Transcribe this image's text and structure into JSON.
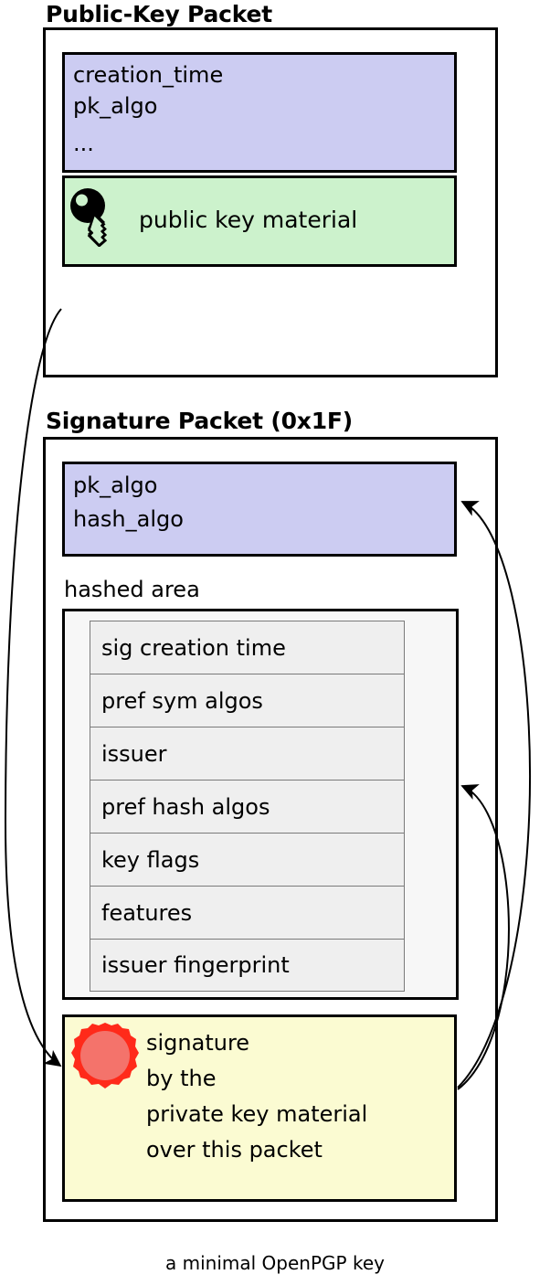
{
  "caption": "a minimal OpenPGP key",
  "colors": {
    "lavender": "#ccccf2",
    "green": "#ccf2cc",
    "yellow": "#fbfbd2",
    "hashed_area_bg": "#f7f7f7",
    "subpacket_bg": "#efefef",
    "seal_outer": "#ff2a1a",
    "seal_inner": "#f4736b",
    "outline": "#000000"
  },
  "public_key_packet": {
    "title": "Public-Key Packet",
    "header_fields": [
      "creation_time",
      "pk_algo",
      "..."
    ],
    "key_material": {
      "label": "public key material",
      "icon": "key-icon"
    }
  },
  "signature_packet": {
    "title": "Signature Packet (0x1F)",
    "header_fields": [
      "pk_algo",
      "hash_algo"
    ],
    "hashed_area": {
      "label": "hashed area",
      "subpackets": [
        "sig creation time",
        "pref sym algos",
        "issuer",
        "pref hash algos",
        "key flags",
        "features",
        "issuer fingerprint"
      ]
    },
    "signature_block": {
      "icon": "wax-seal-icon",
      "lines": [
        "signature",
        "by the",
        "private key material",
        "over this packet"
      ]
    }
  },
  "arrows": [
    {
      "name": "public-key-material-to-signature",
      "from": "public key material",
      "to": "signature block"
    },
    {
      "name": "signature-to-pk-algo-header",
      "from": "signature block",
      "to": "signature packet header fields"
    },
    {
      "name": "signature-to-hashed-area",
      "from": "signature block",
      "to": "hashed area"
    }
  ]
}
